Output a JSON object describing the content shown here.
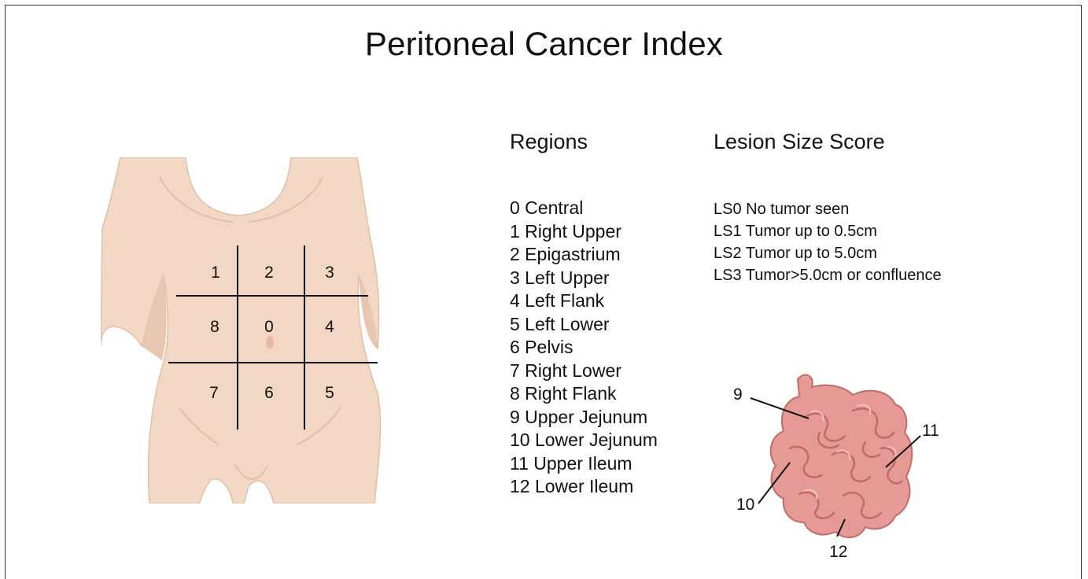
{
  "title": "Peritoneal Cancer Index",
  "regions": {
    "heading": "Regions",
    "items": [
      "0 Central",
      "1 Right Upper",
      "2 Epigastrium",
      "3 Left Upper",
      "4 Left Flank",
      "5 Left Lower",
      "6 Pelvis",
      "7 Right Lower",
      "8 Right Flank",
      "9 Upper Jejunum",
      "10 Lower Jejunum",
      "11 Upper Ileum",
      "12 Lower Ileum"
    ]
  },
  "lesion_size": {
    "heading": "Lesion Size Score",
    "items": [
      "LS0 No tumor seen",
      "LS1 Tumor up to 0.5cm",
      "LS2 Tumor up to 5.0cm",
      "LS3 Tumor>5.0cm or confluence"
    ]
  },
  "abdomen_grid": {
    "labels": [
      "1",
      "2",
      "3",
      "8",
      "0",
      "4",
      "7",
      "6",
      "5"
    ]
  },
  "intestine_labels": [
    "9",
    "10",
    "11",
    "12"
  ],
  "colors": {
    "skin": "#f2d8c4",
    "skin_shadow": "#e3bea6",
    "intestine": "#e59a96",
    "intestine_dark": "#c26a68",
    "line": "#111111"
  }
}
